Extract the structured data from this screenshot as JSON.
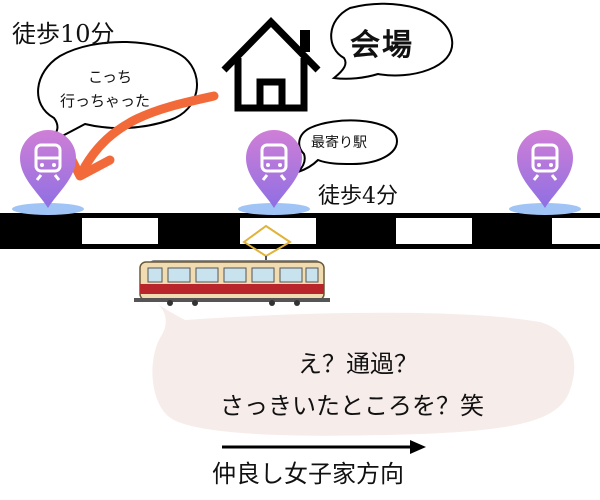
{
  "labels": {
    "walk_10min": "徒歩10分",
    "walk_4min": "徒歩4分",
    "venue": "会場",
    "went_line1": "こっち",
    "went_line2": "行っちゃった",
    "nearest_station": "最寄り駅",
    "speech_line1": "え？通過？",
    "speech_line2": "さっきいたところを？笑",
    "direction": "仲良し女子家方向"
  },
  "colors": {
    "pin_top": "#c57ad8",
    "pin_bottom": "#8a6fe0",
    "pin_shadow": "#9fc4f5",
    "arrow": "#f36a3a",
    "speech_bg": "#f6ecea",
    "track": "#000000",
    "train_body": "#f0dcb0",
    "train_stripe": "#b8262c"
  },
  "icons": {
    "house": "house-icon",
    "station_pin": "train-station-pin-icon",
    "train": "tram-icon"
  }
}
